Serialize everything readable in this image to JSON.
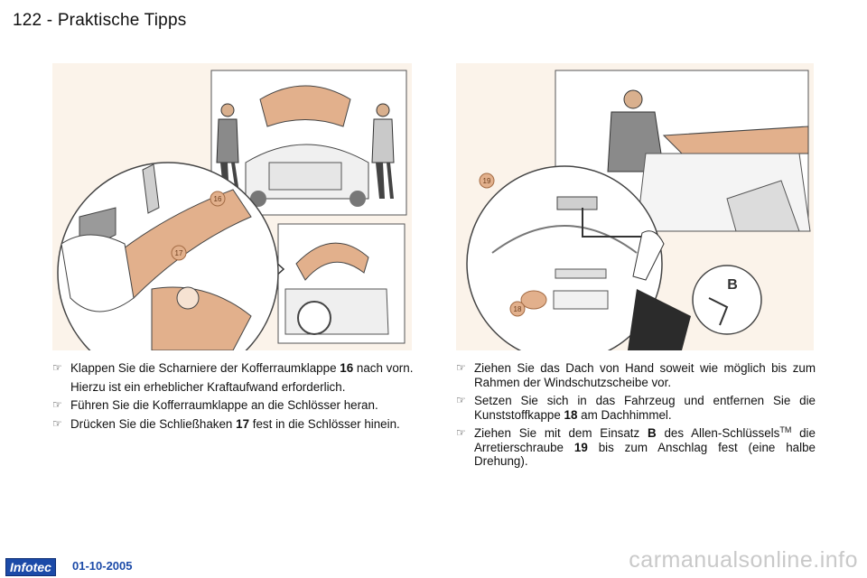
{
  "header": {
    "page_number": "122",
    "separator": "-",
    "section_title": "Praktische Tipps"
  },
  "left_illustration": {
    "callouts": [
      "16",
      "17"
    ]
  },
  "right_illustration": {
    "callouts": [
      "19",
      "18",
      "B"
    ]
  },
  "left_column": {
    "item1_text": "Klappen Sie die Scharniere der Kofferraumklappe",
    "item1_ref": "16",
    "item1_tail": "nach vorn.",
    "note": "Hierzu ist ein erheblicher Kraftaufwand erforderlich.",
    "item2_text": "Führen Sie die Kofferraumklappe an die Schlösser heran.",
    "item3_text": "Drücken Sie die Schließhaken",
    "item3_ref": "17",
    "item3_tail": "fest in die Schlösser hinein."
  },
  "right_column": {
    "item1_text": "Ziehen Sie das Dach von Hand soweit wie möglich bis zum Rahmen der Windschutzscheibe vor.",
    "item2_text": "Setzen Sie sich in das Fahrzeug und entfernen Sie die Kunststoffkappe",
    "item2_ref": "18",
    "item2_tail": "am Dachhimmel.",
    "item3_text": "Ziehen Sie mit dem Einsatz",
    "item3_ref_b": "B",
    "item3_mid": "des Allen-Schlüssels",
    "item3_sup": "TM",
    "item3_text2": "die Arretierschraube",
    "item3_ref": "19",
    "item3_tail": "bis zum Anschlag fest (eine halbe Drehung)."
  },
  "bullet_icon": "pointing-hand-icon",
  "footer": {
    "logo": "Infotec",
    "date": "01-10-2005"
  },
  "watermark": "carmanualsonline.info",
  "colors": {
    "accent_tan": "#e2b08c",
    "background_panel": "#fbf3ea",
    "logo_blue": "#1b4aa8"
  }
}
